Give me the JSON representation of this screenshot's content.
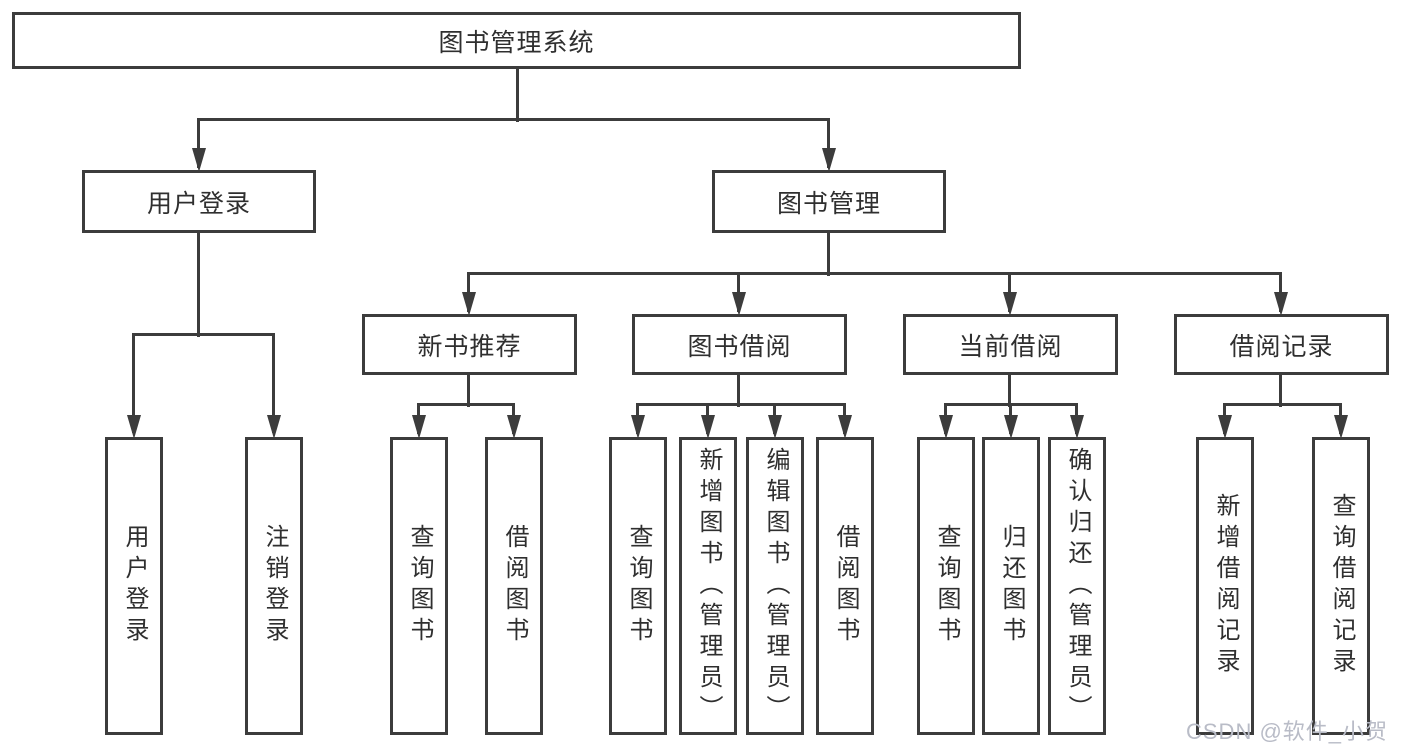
{
  "diagram": {
    "root": "图书管理系统",
    "level2": {
      "user_login": "用户登录",
      "book_mgmt": "图书管理"
    },
    "level3": {
      "new_book_rec": "新书推荐",
      "book_borrow": "图书借阅",
      "current_borrow": "当前借阅",
      "borrow_record": "借阅记录"
    },
    "leaves": {
      "login": "用户登录",
      "logout": "注销登录",
      "rec_query_book": "查询图书",
      "rec_borrow_book": "借阅图书",
      "bb_query_book": "查询图书",
      "bb_add_book_admin": "新增图书（管理员）",
      "bb_edit_book_admin": "编辑图书（管理员）",
      "bb_borrow_book": "借阅图书",
      "cb_query_book": "查询图书",
      "cb_return_book": "归还图书",
      "cb_confirm_return_admin": "确认归还（管理员）",
      "br_add_record": "新增借阅记录",
      "br_query_record": "查询借阅记录"
    },
    "watermark": "CSDN @软件_小贺同学",
    "colors": {
      "line": "#3c3c3c",
      "text": "#2f2f2f",
      "watermark": "#b9bcc7",
      "background": "#ffffff"
    }
  }
}
